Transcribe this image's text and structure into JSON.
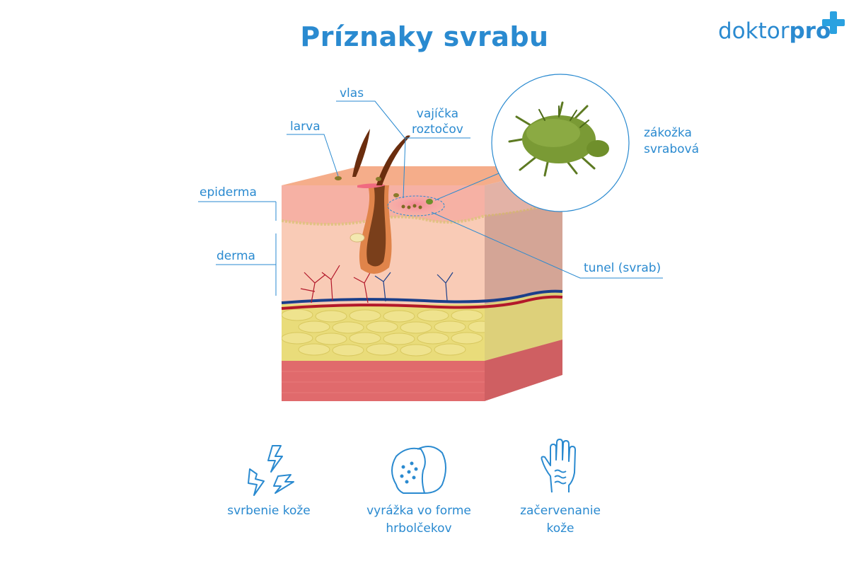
{
  "header": {
    "title": "Príznaky svrabu",
    "logo_part1": "doktor",
    "logo_part2": "pro"
  },
  "labels": {
    "vlas": "vlas",
    "larva": "larva",
    "eggs_line1": "vajíčka",
    "eggs_line2": "roztočov",
    "epiderma": "epiderma",
    "derma": "derma",
    "mite_line1": "zákožka",
    "mite_line2": "svrabová",
    "tunnel": "tunel (svrab)"
  },
  "symptoms": [
    {
      "line1": "svrbenie kože",
      "line2": "",
      "icon": "lightning-icon"
    },
    {
      "line1": "vyrážka vo forme",
      "line2": "hrbolčekov",
      "icon": "face-rash-icon"
    },
    {
      "line1": "začervenanie",
      "line2": "kože",
      "icon": "hand-rash-icon"
    }
  ],
  "colors": {
    "brand_blue": "#2a8ad0",
    "logo_plus": "#2aa1e0",
    "epidermis": "#f6b9a6",
    "dermis": "#f9cbb6",
    "fat": "#e9dc7a",
    "muscle": "#e06a6c",
    "mite": "#6f8f2b"
  }
}
